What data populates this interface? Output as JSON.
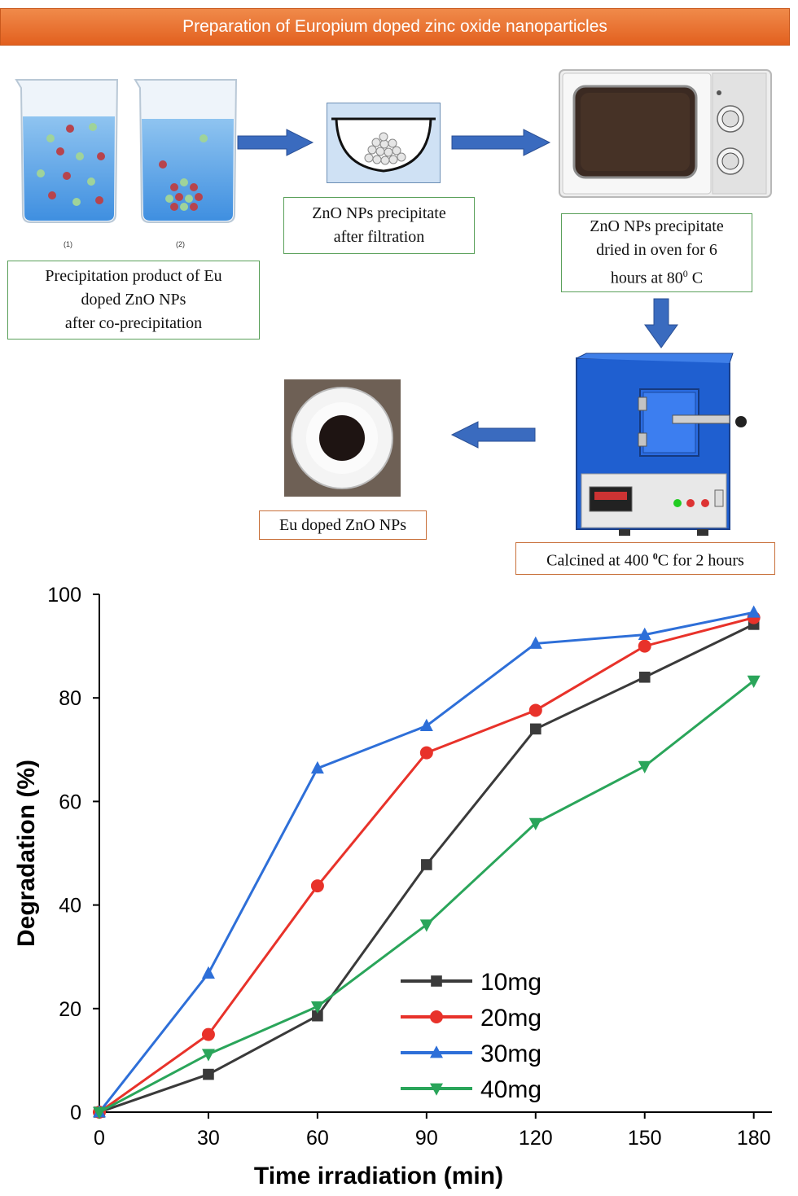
{
  "banner": {
    "title": "Preparation of Europium doped zinc oxide nanoparticles"
  },
  "beakers": {
    "label_1": "(1)",
    "label_2": "(2)"
  },
  "steps": {
    "coprecip": [
      "Precipitation product of Eu",
      "doped ZnO NPs",
      "after co-precipitation"
    ],
    "filtration": [
      "ZnO NPs precipitate",
      "after filtration"
    ],
    "oven": [
      "ZnO NPs precipitate",
      "dried in oven for 6",
      "hours at 80",
      "0",
      " C"
    ],
    "calcined": [
      "Calcined at 400 ",
      "0",
      "C for 2 hours"
    ],
    "product": "Eu doped ZnO NPs"
  },
  "colors": {
    "banner": "#e8702c",
    "arrow": "#3a6bbf",
    "box_green": "#5aa05a",
    "box_red": "#c8703a"
  },
  "chart_data": {
    "type": "line",
    "xlabel": "Time irradiation (min)",
    "ylabel": "Degradation (%)",
    "xlim": [
      0,
      185
    ],
    "ylim": [
      0,
      100
    ],
    "xticks": [
      0,
      30,
      60,
      90,
      120,
      150,
      180
    ],
    "yticks": [
      0,
      20,
      40,
      60,
      80,
      100
    ],
    "x": [
      0,
      30,
      60,
      90,
      120,
      150,
      180
    ],
    "legend_position": "bottom-center",
    "series": [
      {
        "name": "10mg",
        "color": "#3a3a3a",
        "marker": "square",
        "values": [
          0,
          7.3,
          18.6,
          47.8,
          74.0,
          84.0,
          94.2
        ]
      },
      {
        "name": "20mg",
        "color": "#e8322a",
        "marker": "circle",
        "values": [
          0,
          15.0,
          43.7,
          69.4,
          77.6,
          90.0,
          95.5
        ]
      },
      {
        "name": "30mg",
        "color": "#2e6fd8",
        "marker": "triangle-up",
        "values": [
          0,
          26.8,
          66.4,
          74.6,
          90.5,
          92.2,
          96.5
        ]
      },
      {
        "name": "40mg",
        "color": "#2aa55a",
        "marker": "triangle-down",
        "values": [
          0,
          11.2,
          20.4,
          36.2,
          55.8,
          66.8,
          83.3
        ]
      }
    ]
  }
}
